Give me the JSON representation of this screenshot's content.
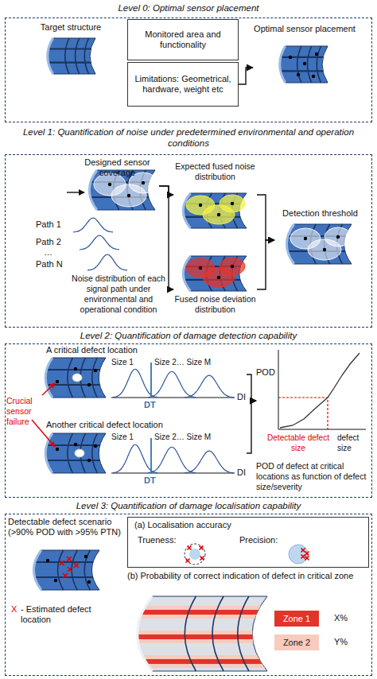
{
  "diagram": {
    "nodes": [
      {
        "text": [
          "Level 0: Optimal sensor placement"
        ]
      },
      {
        "text": [
          "Target structure"
        ],
        "in": 0
      },
      {
        "text": [
          "Monitored area and functionality"
        ],
        "in": 0
      },
      {
        "text": [
          "Limitations: Geometrical, hardware, weight etc"
        ],
        "in": 0
      },
      {
        "text": [
          "Optimal sensor placement"
        ],
        "in": 0
      },
      {
        "text": [
          "Level 1: Quantification of noise under predetermined environmental and operation conditions"
        ]
      },
      {
        "text": [
          "Designed sensor coverage"
        ],
        "in": 5
      },
      {
        "text": [
          "Expected fused noise distribution"
        ],
        "in": 5
      },
      {
        "text": [
          "Fused noise deviation distribution"
        ],
        "in": 5
      },
      {
        "text": [
          "Detection threshold"
        ],
        "in": 5
      },
      {
        "text": [
          "Level 2: Quantification of damage detection capability"
        ]
      },
      {
        "text": [
          "A critical defect location"
        ],
        "in": 10
      },
      {
        "text": [
          "Another critical defect location"
        ],
        "in": 10
      },
      {
        "text": [
          "POD"
        ],
        "in": 10
      },
      {
        "text": [
          "Level 3: Quantification of damage localisation capability"
        ]
      },
      {
        "text": [
          "Detectable defect scenario (>90% POD with >95% PTN)"
        ],
        "in": 14
      },
      {
        "text": [
          "(a) Localisation accuracy",
          "Trueness:",
          "Precision:"
        ],
        "in": 14
      },
      {
        "text": [
          "(b) Probability of correct indication of defect in critical zone"
        ],
        "in": 14
      }
    ],
    "edges": [
      {
        "from": 3,
        "to": 4,
        "arrow": "to"
      },
      {
        "from": 6,
        "to": 7,
        "arrow": "to"
      },
      {
        "from": 6,
        "to": 8,
        "arrow": "to"
      },
      {
        "from": 7,
        "to": 9,
        "arrow": "to"
      },
      {
        "from": 8,
        "to": 9,
        "arrow": "to"
      },
      {
        "from": 11,
        "to": 13,
        "arrow": "to"
      },
      {
        "from": 12,
        "to": 13,
        "arrow": "to"
      }
    ],
    "labels": [
      "Path 1",
      "Path 2",
      "…",
      "Path N",
      "Noise distribution of each signal path under environmental and operational condition",
      "Crucial sensor failure",
      "Size 1",
      "Size 2… Size M",
      "DI",
      "DT",
      "Size 1",
      "Size 2… Size M",
      "DI",
      "DT",
      "Detectable defect size",
      "defect size",
      "POD of defect at critical locations as function of defect size/severity",
      "X",
      "- Estimated defect location",
      "X%",
      "Y%"
    ],
    "legend": [
      {
        "text": "Zone 1",
        "color": "#e4332a"
      },
      {
        "text": "Zone 2",
        "color": "#f8cbbd"
      }
    ]
  }
}
